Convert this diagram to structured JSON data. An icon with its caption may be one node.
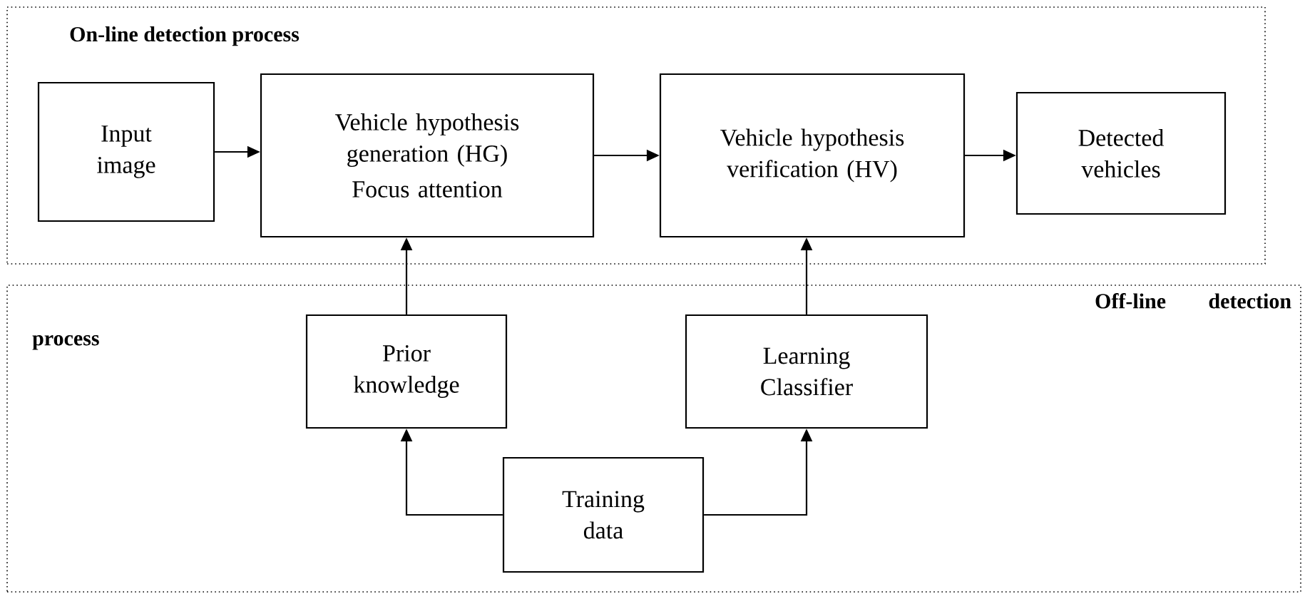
{
  "diagram": {
    "nodes": [
      {
        "text": [
          "On-line detection process"
        ]
      },
      {
        "text": [
          "Input image"
        ],
        "in": 0
      },
      {
        "text": [
          "Vehicle hypothesis generation (HG)",
          "Focus attention"
        ],
        "in": 0
      },
      {
        "text": [
          "Vehicle hypothesis verification (HV)"
        ],
        "in": 0
      },
      {
        "text": [
          "Detected vehicles"
        ],
        "in": 0
      },
      {
        "text": [
          "Off-line detection process"
        ]
      },
      {
        "text": [
          "Prior knowledge"
        ],
        "in": 5
      },
      {
        "text": [
          "Learning Classifier"
        ],
        "in": 5
      },
      {
        "text": [
          "Training data"
        ],
        "in": 5
      }
    ],
    "edges": [
      {
        "from": 1,
        "to": 2,
        "arrow": "to"
      },
      {
        "from": 2,
        "to": 3,
        "arrow": "to"
      },
      {
        "from": 3,
        "to": 4,
        "arrow": "to"
      },
      {
        "from": 6,
        "to": 2,
        "arrow": "to"
      },
      {
        "from": 7,
        "to": 3,
        "arrow": "to"
      },
      {
        "from": 8,
        "to": 6,
        "arrow": "to"
      },
      {
        "from": 8,
        "to": 7,
        "arrow": "to"
      }
    ]
  }
}
